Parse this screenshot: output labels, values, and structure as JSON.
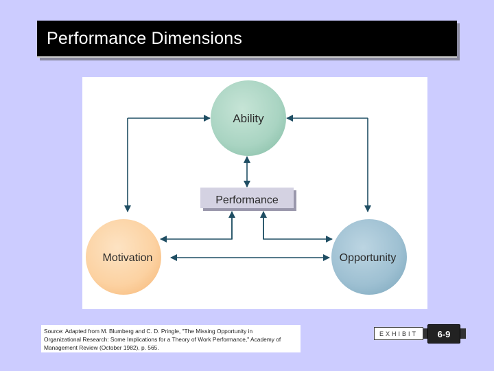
{
  "slide": {
    "title": "Performance Dimensions"
  },
  "diagram": {
    "nodes": {
      "ability": "Ability",
      "performance": "Performance",
      "motivation": "Motivation",
      "opportunity": "Opportunity"
    },
    "edges": [
      {
        "from": "ability",
        "to": "performance",
        "bidirectional": true
      },
      {
        "from": "ability",
        "to": "motivation",
        "bidirectional": true
      },
      {
        "from": "ability",
        "to": "opportunity",
        "bidirectional": true
      },
      {
        "from": "motivation",
        "to": "opportunity",
        "bidirectional": true
      },
      {
        "from": "motivation",
        "to": "performance",
        "bidirectional": true
      },
      {
        "from": "opportunity",
        "to": "performance",
        "bidirectional": true
      }
    ],
    "colors": {
      "ability": "#a9d4c2",
      "motivation": "#fcd2a2",
      "opportunity": "#9ec0d2",
      "performance_box": "#d4d2e2",
      "arrows": "#1f4e63"
    }
  },
  "source_note": {
    "line1": "Source: Adapted from M. Blumberg and C. D. Pringle, \"The Missing Opportunity in",
    "line2": "Organizational Research: Some Implications for a Theory of Work Performance,\" Academy of",
    "line3": "Management Review (October 1982), p. 565."
  },
  "exhibit": {
    "label": "EXHIBIT",
    "number": "6-9"
  }
}
